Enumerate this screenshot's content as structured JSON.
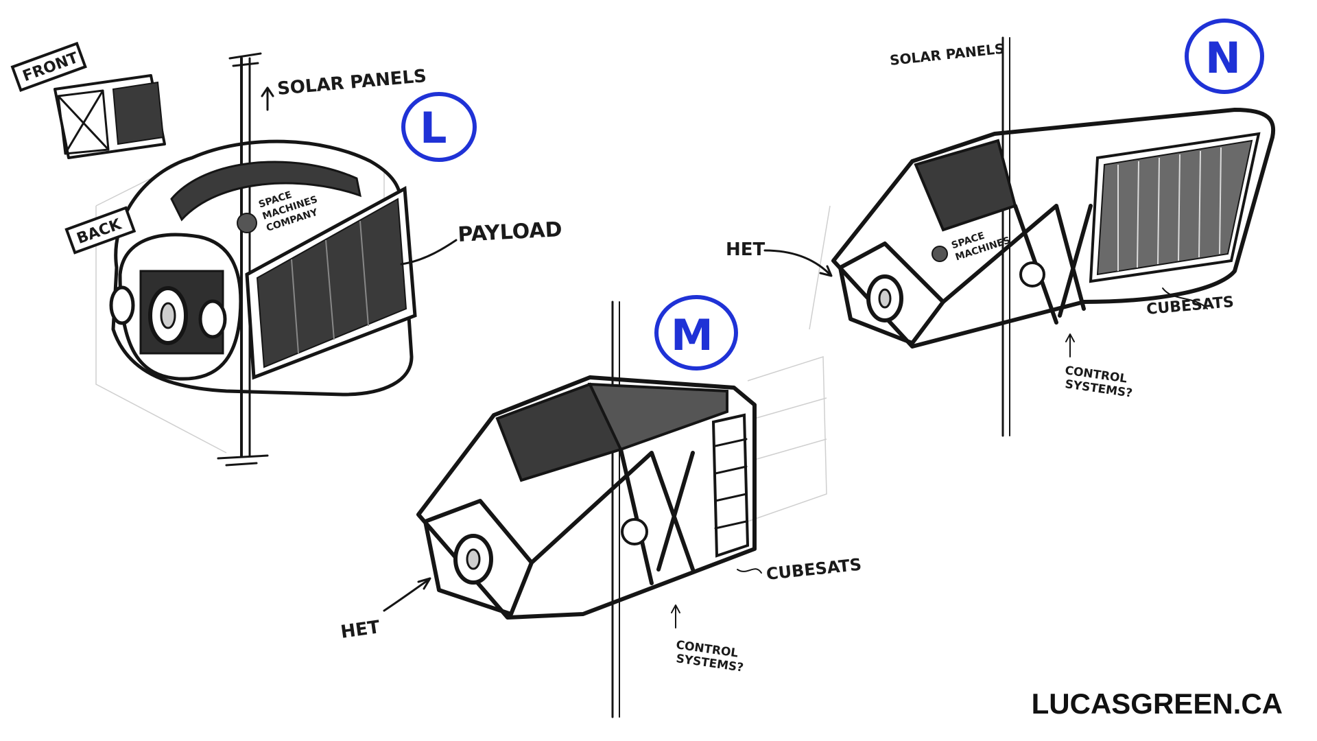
{
  "sketch": {
    "designs": [
      {
        "id": "L",
        "letter": "L",
        "labels": {
          "front": "FRONT",
          "back": "BACK",
          "solar_panels": "SOLAR PANELS",
          "payload": "PAYLOAD",
          "logo_line1": "SPACE",
          "logo_line2": "MACHINES",
          "logo_line3": "COMPANY"
        }
      },
      {
        "id": "M",
        "letter": "M",
        "labels": {
          "het": "HET",
          "cubesats": "CUBESATS",
          "control_line1": "CONTROL",
          "control_line2": "SYSTEMS?"
        }
      },
      {
        "id": "N",
        "letter": "N",
        "labels": {
          "solar_panels": "SOLAR PANELS",
          "het": "HET",
          "cubesats": "CUBESATS",
          "control_line1": "CONTROL",
          "control_line2": "SYSTEMS?",
          "logo_line1": "SPACE",
          "logo_line2": "MACHINES"
        }
      }
    ],
    "watermark": "LUCASGREEN.CA",
    "colors": {
      "ink": "#151515",
      "annotation_blue": "#1f32d6",
      "panel_fill": "#3a3a3a",
      "background": "#ffffff"
    }
  }
}
